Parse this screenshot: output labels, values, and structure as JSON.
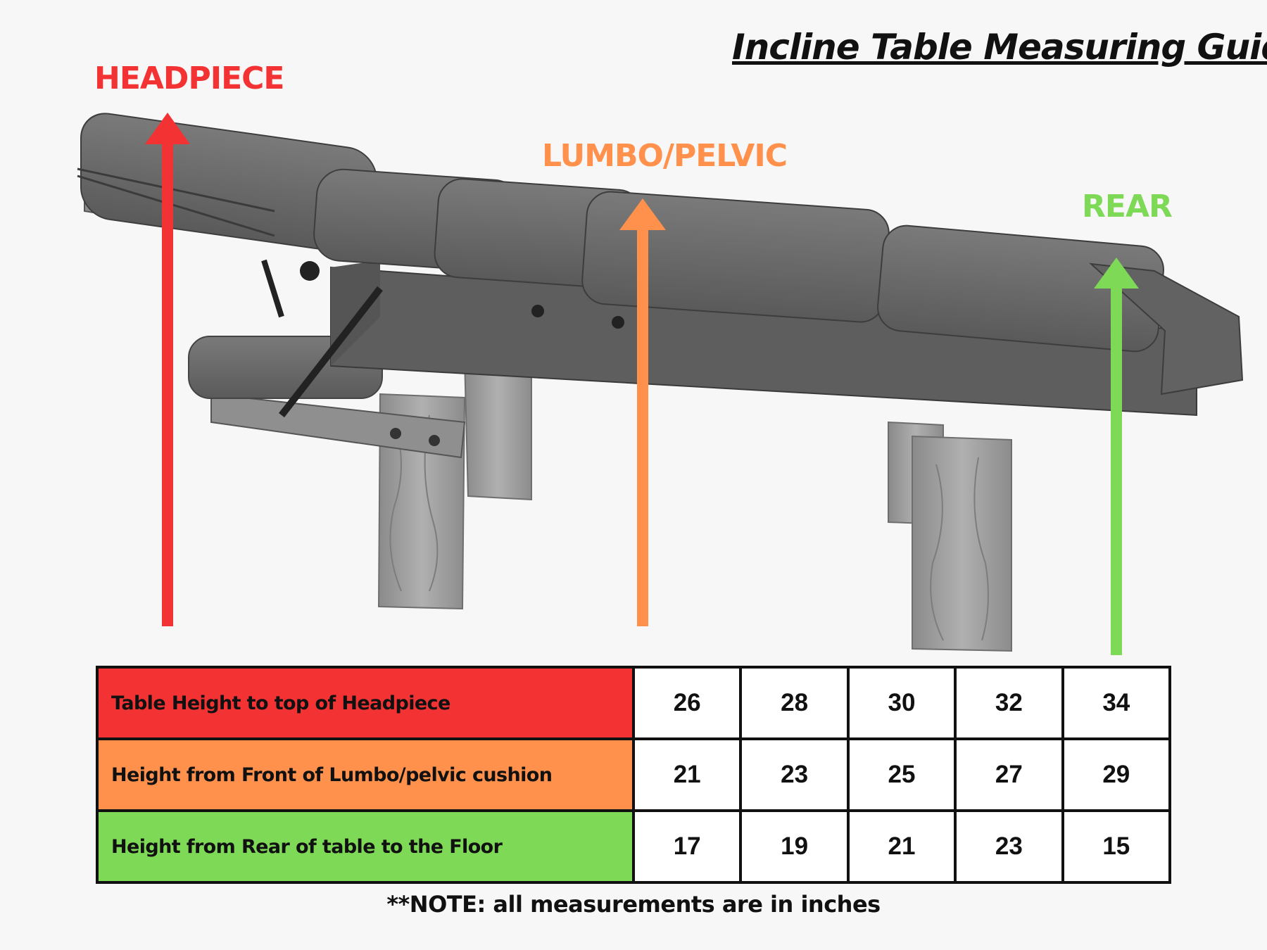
{
  "title": "Incline Table Measuring Guide",
  "labels": {
    "headpiece": "HEADPIECE",
    "lumbo": "LUMBO/PELVIC",
    "rear": "REAR"
  },
  "colors": {
    "headpiece": "#f33333",
    "lumbo": "#ff914d",
    "rear": "#7ed957",
    "background": "#f8f7f7",
    "cushion": "#6b6b6b",
    "wood": "#9a9a9a"
  },
  "table": {
    "rows": [
      {
        "label": "Table Height to top of Headpiece",
        "color": "#f33333",
        "values": [
          "26",
          "28",
          "30",
          "32",
          "34"
        ]
      },
      {
        "label": "Height from Front of Lumbo/pelvic cushion",
        "color": "#ff914d",
        "values": [
          "21",
          "23",
          "25",
          "27",
          "29"
        ]
      },
      {
        "label": "Height from Rear of table to the Floor",
        "color": "#7ed957",
        "values": [
          "17",
          "19",
          "21",
          "23",
          "15"
        ]
      }
    ]
  },
  "note": "**NOTE: all measurements are in inches"
}
